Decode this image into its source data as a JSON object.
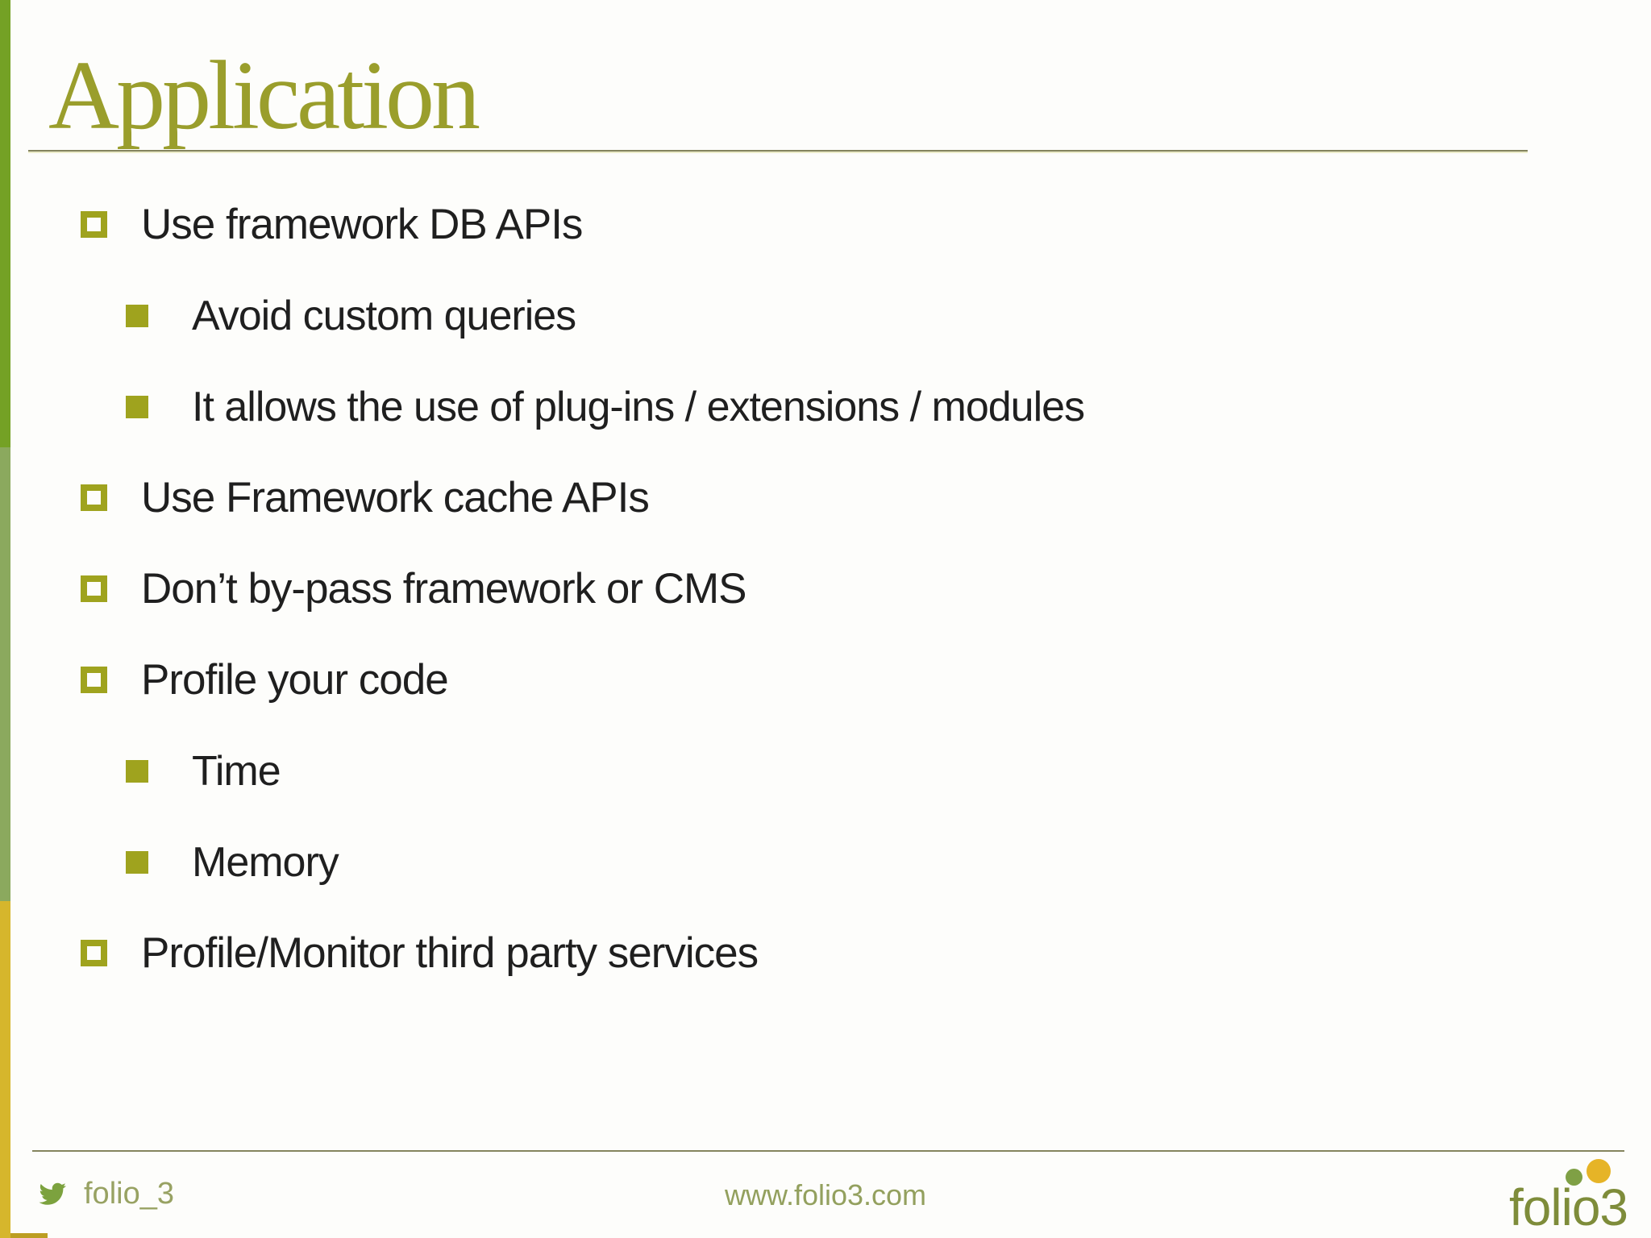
{
  "slide": {
    "title": "Application",
    "bullets": [
      {
        "level": 1,
        "text": "Use framework DB APIs"
      },
      {
        "level": 2,
        "text": "Avoid custom queries"
      },
      {
        "level": 2,
        "text": "It allows the use of plug-ins / extensions / modules"
      },
      {
        "level": 1,
        "text": "Use Framework cache APIs"
      },
      {
        "level": 1,
        "text": "Don’t by-pass framework or CMS"
      },
      {
        "level": 1,
        "text": "Profile your code"
      },
      {
        "level": 2,
        "text": "Time"
      },
      {
        "level": 2,
        "text": "Memory"
      },
      {
        "level": 1,
        "text": "Profile/Monitor third party services"
      }
    ]
  },
  "footer": {
    "twitter_handle": "folio_3",
    "website": "www.folio3.com",
    "logo_text": "folio3"
  },
  "icons": {
    "twitter": "twitter-bird-icon",
    "bullet_level1": "hollow-square-bullet",
    "bullet_level2": "filled-square-bullet"
  },
  "colors": {
    "title_olive": "#9a9e2c",
    "bullet_olive": "#9fa31e",
    "text_dark": "#1f1f1f",
    "bar_top_green": "#74a125",
    "bar_middle_sage": "#8ba95e",
    "bar_bottom_gold": "#d6b62c",
    "bottom_notch_gold": "#bc9e22",
    "rule_gray_olive": "#84845e",
    "footer_text_olive": "#95a163",
    "twitter_icon_green": "#7ca23e",
    "logo_text_green": "#7e8c3a",
    "logo_dot_green": "#7fa045",
    "logo_dot_gold": "#e6b427"
  }
}
